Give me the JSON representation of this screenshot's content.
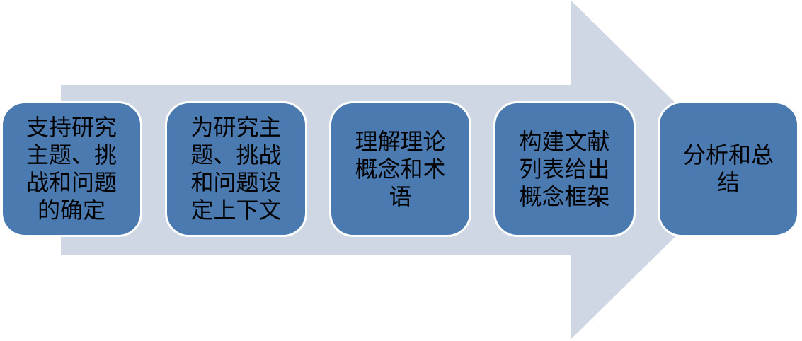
{
  "diagram": {
    "type": "process-arrow",
    "colors": {
      "arrow_fill": "#cfd7e4",
      "step_fill": "#4a7ab0",
      "step_border": "#ffffff",
      "text": "#000000"
    },
    "steps": [
      {
        "label": "支持研究主题、挑战和问题的确定"
      },
      {
        "label": "为研究主题、挑战和问题设定上下文"
      },
      {
        "label": "理解理论概念和术语"
      },
      {
        "label": "构建文献列表给出概念框架"
      },
      {
        "label": "分析和总结"
      }
    ]
  }
}
